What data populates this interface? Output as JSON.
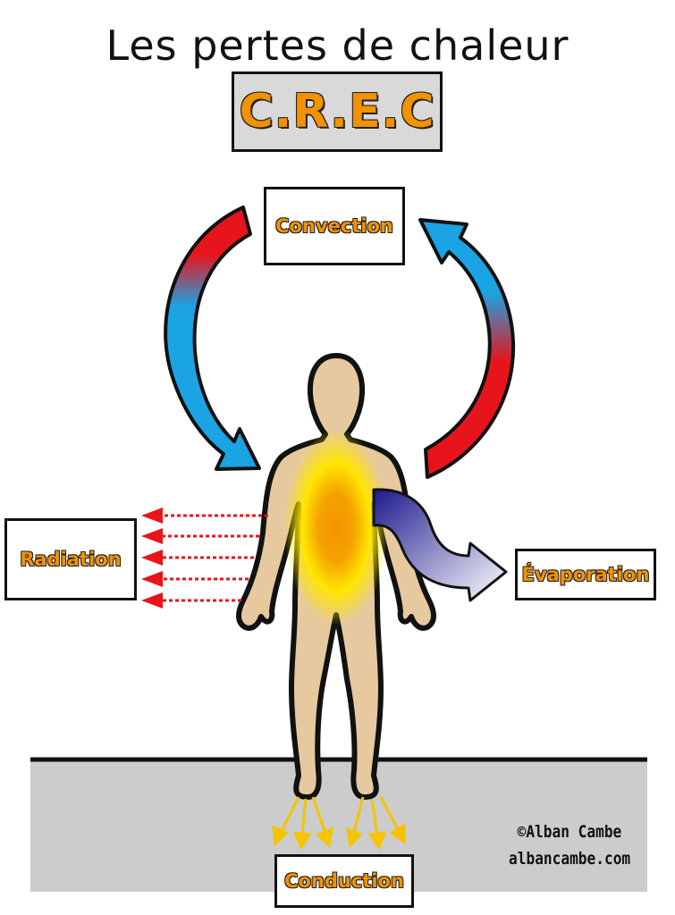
{
  "title": "Les pertes de chaleur",
  "acronym": "C.R.E.C",
  "labels": {
    "convection": "Convection",
    "radiation": "Radiation",
    "evaporation": "Évaporation",
    "conduction": "Conduction"
  },
  "credit": {
    "author": "©Alban Cambe",
    "website": "albancambe.com"
  },
  "colors": {
    "hot": "#e8141b",
    "cold": "#1ba4e4",
    "text_accent": "#f39200",
    "evaporation_arrow": "#1d1a8c",
    "conduction_arrow": "#f5c400",
    "skin": "#e7c9a0",
    "ground": "#cccccc"
  }
}
